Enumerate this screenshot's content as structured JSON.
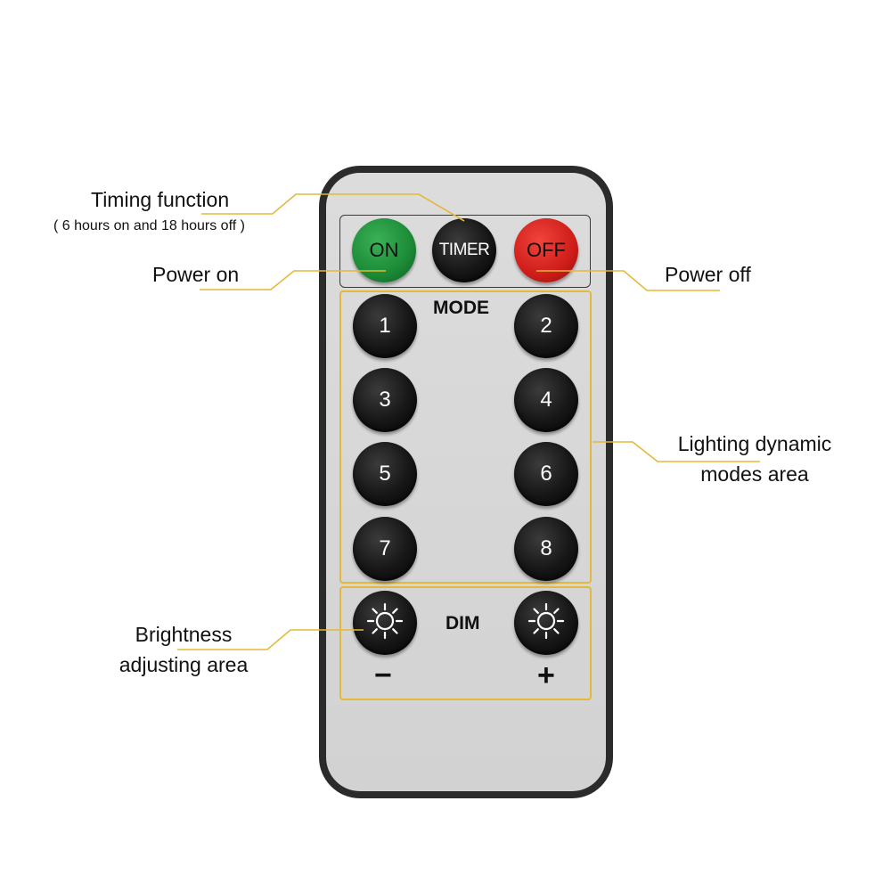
{
  "buttons": {
    "on": "ON",
    "timer": "TIMER",
    "off": "OFF",
    "modes": [
      "1",
      "2",
      "3",
      "4",
      "5",
      "6",
      "7",
      "8"
    ],
    "dim_minus_sign": "−",
    "dim_plus_sign": "+"
  },
  "panel_labels": {
    "mode": "MODE",
    "dim": "DIM"
  },
  "callouts": {
    "timing": "Timing function",
    "timing_detail": "( 6 hours on and 18 hours off )",
    "power_on": "Power on",
    "power_off": "Power off",
    "lighting_line1": "Lighting dynamic",
    "lighting_line2": "modes area",
    "brightness_line1": "Brightness",
    "brightness_line2": "adjusting area"
  },
  "icons": {
    "dim_down": "sun-outline-icon",
    "dim_up": "sun-outline-icon"
  },
  "colors": {
    "highlight": "#e4b83a",
    "on_button": "#1b8a36",
    "off_button": "#cf1d19"
  }
}
